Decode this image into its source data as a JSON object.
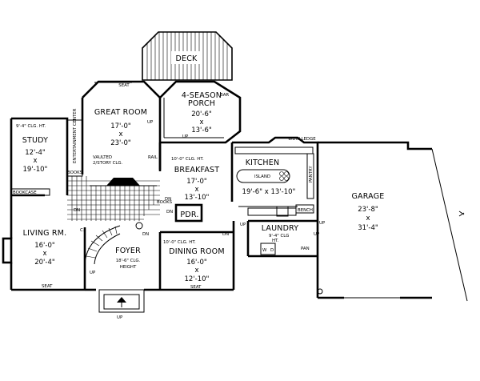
{
  "rooms": {
    "deck": {
      "name": "DECK"
    },
    "porch": {
      "name": "4-SEASON",
      "name2": "PORCH",
      "w": "20'-6\"",
      "x": "x",
      "d": "13'-6\""
    },
    "great": {
      "name": "GREAT ROOM",
      "w": "17'-0\"",
      "x": "x",
      "d": "23'-0\"",
      "note1": "VAULTED",
      "note2": "2/STORY CLG."
    },
    "study": {
      "name": "STUDY",
      "ceiling": "9'-4\" CLG. HT.",
      "w": "12'-4\"",
      "x": "x",
      "d": "19'-10\""
    },
    "breakfast": {
      "name": "BREAKFAST",
      "ceiling": "10'-0\" CLG. HT.",
      "w": "17'-0\"",
      "x": "x",
      "d": "13'-10\""
    },
    "kitchen": {
      "name": "KITCHEN",
      "dims": "19'-6\" x 13'-10\""
    },
    "garage": {
      "name": "GARAGE",
      "w": "23'-8\"",
      "x": "x",
      "d": "31'-4\""
    },
    "living": {
      "name": "LIVING RM.",
      "w": "16'-0\"",
      "x": "x",
      "d": "20'-4\""
    },
    "foyer": {
      "name": "FOYER",
      "ceiling1": "18'-6\" CLG.",
      "ceiling2": "HEIGHT"
    },
    "dining": {
      "name": "DINING ROOM",
      "ceiling": "10'-0\" CLG. HT.",
      "w": "16'-0\"",
      "x": "x",
      "d": "12'-10\""
    },
    "laundry": {
      "name": "LAUNDRY",
      "ceiling1": "9'-4\" CLG",
      "ceiling2": "HT."
    },
    "pdr": {
      "name": "PDR."
    }
  },
  "labels": {
    "seat_great": "SEAT",
    "seat_living": "SEAT",
    "seat_dining": "SEAT",
    "bar": "BAR",
    "entertainment": "ENTERTAINMENT CENTER",
    "books1": "BOOKS",
    "books2": "BOOKS",
    "bookcase": "BOOKCASE",
    "rail": "RAIL",
    "island": "ISLAND",
    "pantry": "PANTRY",
    "wdw_ledge": "WDW LEDGE",
    "bench": "BENCH",
    "pan": "PAN",
    "up_porch": "UP",
    "up_great": "UP",
    "up_kitchen": "UP",
    "up_laundry": "UP",
    "up_garage": "UP",
    "up_foyer": "UP",
    "up_entry": "UP",
    "dn1": "DN",
    "dn2": "DN",
    "dn3": "DN",
    "dn4": "DN",
    "dn5": "DN",
    "c_closet": "C.",
    "w_mark": "W",
    "d_mark": "D"
  }
}
